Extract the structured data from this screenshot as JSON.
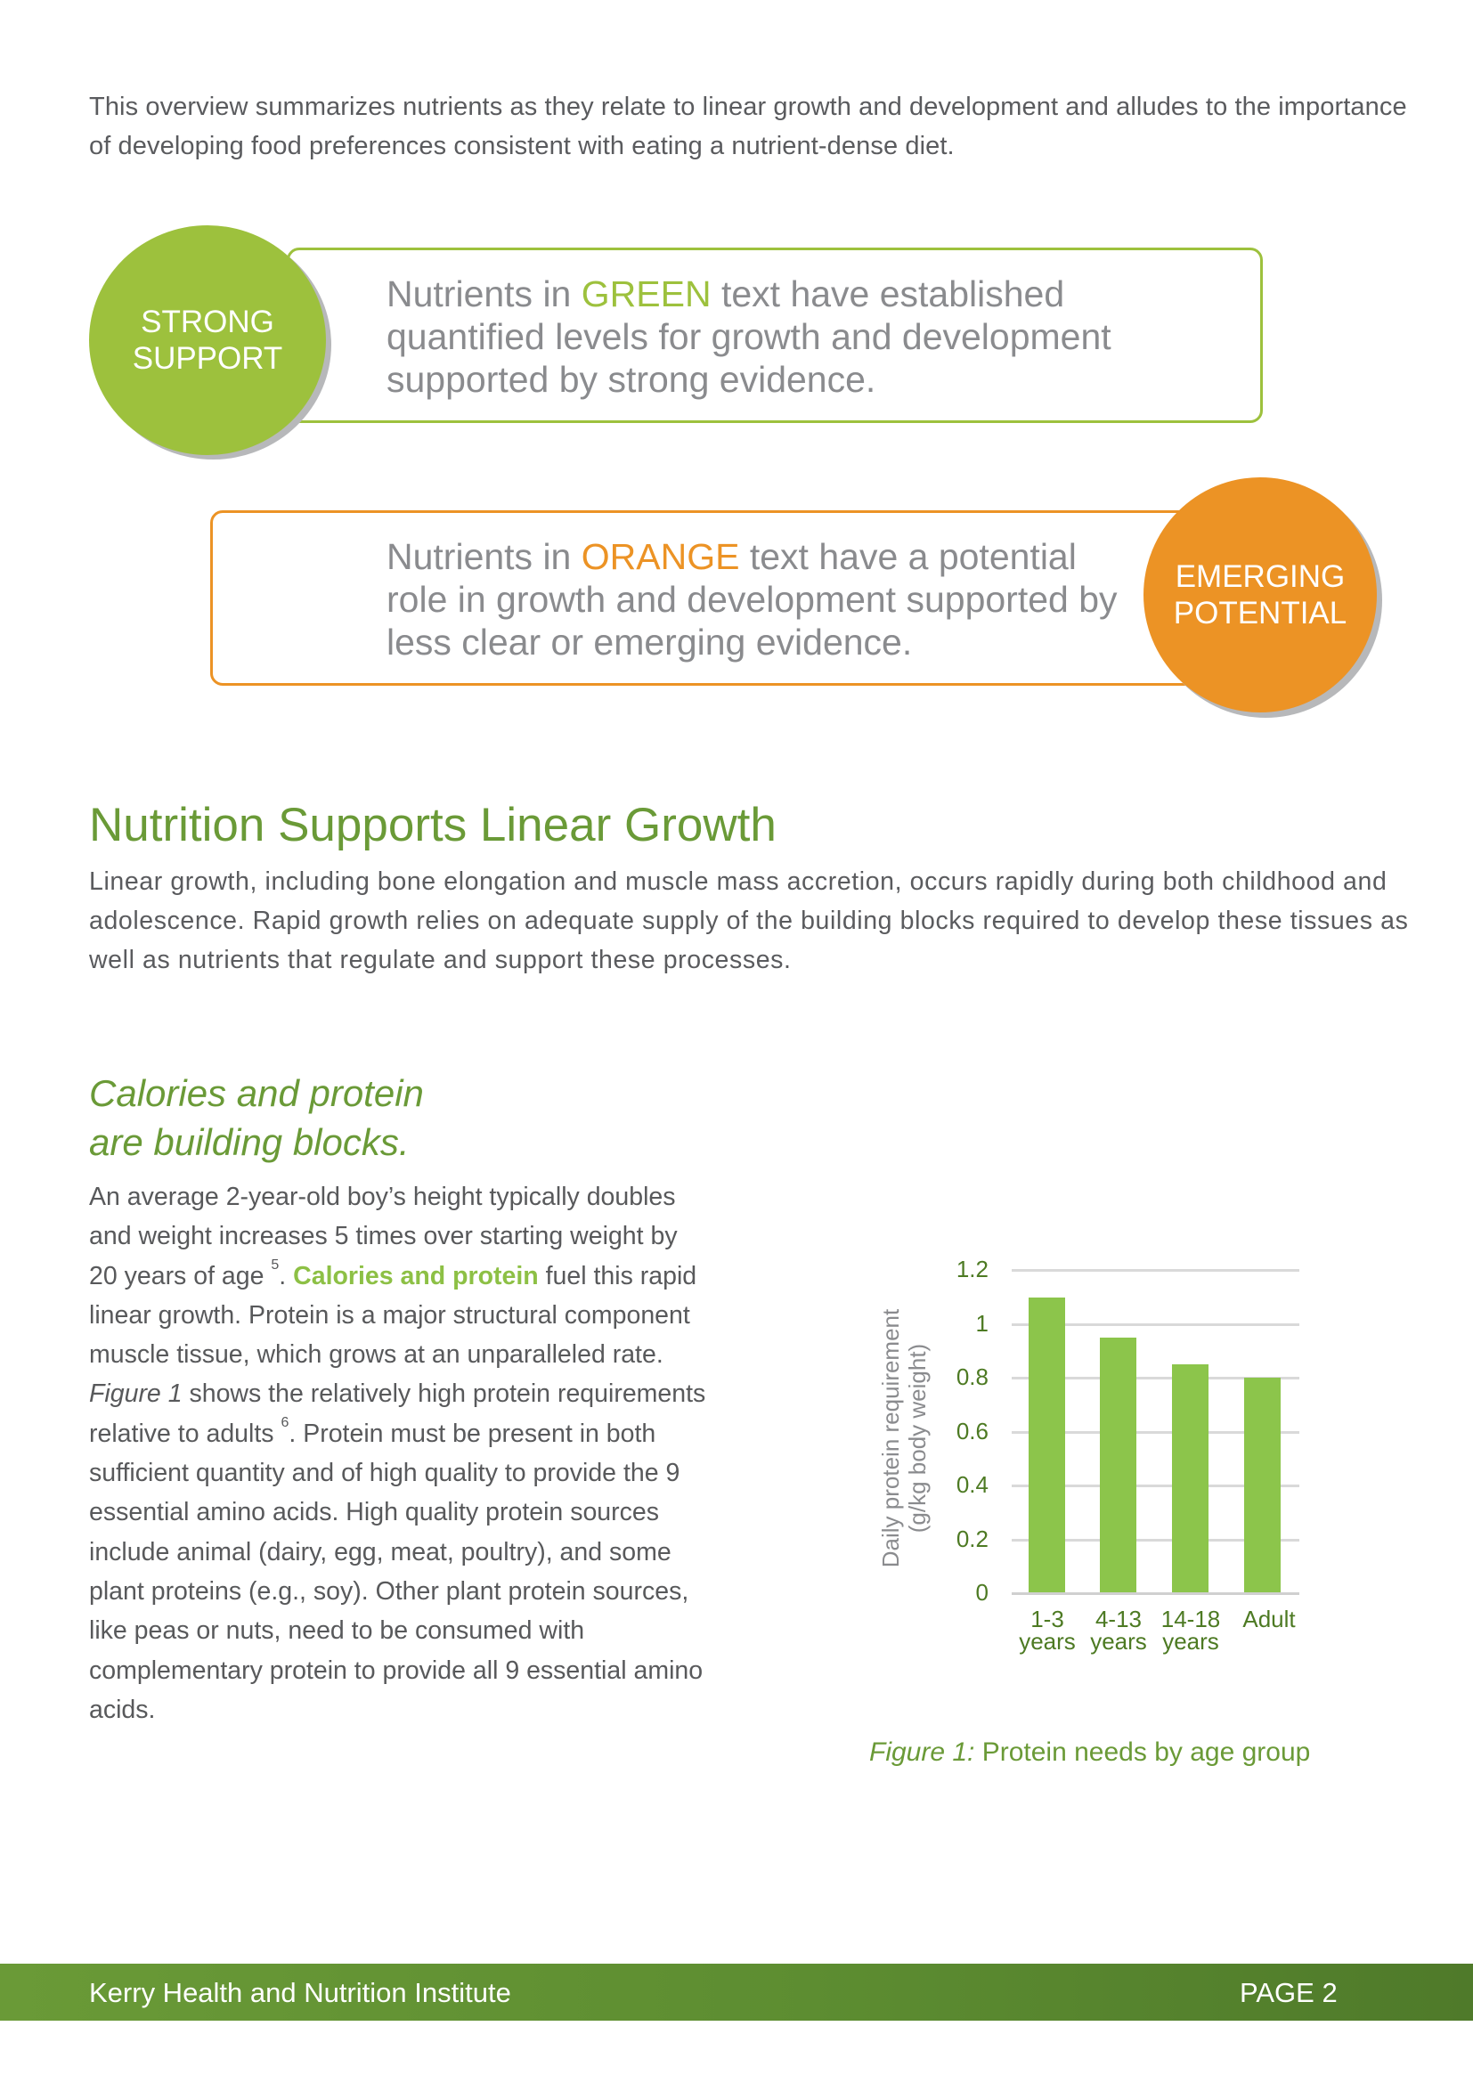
{
  "intro": {
    "text": "This overview summarizes nutrients as they relate to linear growth and development and alludes to the importance of developing food preferences consistent with eating a nutrient-dense diet."
  },
  "legend": {
    "strong": {
      "circle_line1": "STRONG",
      "circle_line2": "SUPPORT",
      "text_before": "Nutrients in ",
      "highlight": "GREEN",
      "text_after": " text have established quantified levels for growth and development supported by strong evidence.",
      "color": "#9dc13d"
    },
    "emerging": {
      "circle_line1": "EMERGING",
      "circle_line2": "POTENTIAL",
      "text_before": "Nutrients in ",
      "highlight": "ORANGE",
      "text_after": " text have a potential role in growth and development supported by less clear or emerging evidence.",
      "color": "#ec9325"
    }
  },
  "section": {
    "title": "Nutrition Supports Linear Growth",
    "body": "Linear growth, including bone elongation and muscle mass accretion, occurs rapidly during both childhood and adolescence. Rapid growth relies on adequate supply of the building blocks required to develop these tissues as well as nutrients that regulate and support these processes."
  },
  "subsection": {
    "title_line1": "Calories and protein",
    "title_line2": "are building blocks.",
    "p1": "An average 2-year-old boy’s height typically doubles and weight increases 5 times over starting weight by 20 years of age ",
    "ref1": "5",
    "p2": ". ",
    "highlight": "Calories and protein",
    "p3": " fuel this rapid linear growth. Protein is a major structural component muscle tissue, which grows at an unparalleled rate. ",
    "fig_ref": "Figure 1",
    "p4": " shows the relatively high protein requirements relative to adults ",
    "ref2": "6",
    "p5": ". Protein must be present in both sufficient quantity and of high quality to provide the 9 essential amino acids. High quality protein sources include animal (dairy, egg, meat, poultry), and some plant proteins (e.g., soy). Other plant protein sources, like peas or nuts, need to be consumed with complementary protein to provide all 9 essential amino acids."
  },
  "chart_data": {
    "type": "bar",
    "title": "",
    "categories": [
      "1-3 years",
      "4-13 years",
      "14-18 years",
      "Adult"
    ],
    "category_lines": [
      [
        "1-3",
        "years"
      ],
      [
        "4-13",
        "years"
      ],
      [
        "14-18",
        "years"
      ],
      [
        "Adult",
        ""
      ]
    ],
    "values": [
      1.1,
      0.95,
      0.85,
      0.8
    ],
    "xlabel": "",
    "ylabel": "Daily protein requirement (g/kg body weight)",
    "ylabel_lines": [
      "Daily protein requirement",
      "(g/kg body weight)"
    ],
    "ylim": [
      0,
      1.2
    ],
    "yticks": [
      "0",
      "0.2",
      "0.4",
      "0.6",
      "0.8",
      "1",
      "1.2"
    ],
    "grid": true,
    "legend": "none",
    "bar_color": "#8cc54b"
  },
  "caption": {
    "label": "Figure 1:",
    "text": " Protein needs by age group"
  },
  "footer": {
    "org": "Kerry Health and Nutrition Institute",
    "page": "PAGE 2"
  }
}
